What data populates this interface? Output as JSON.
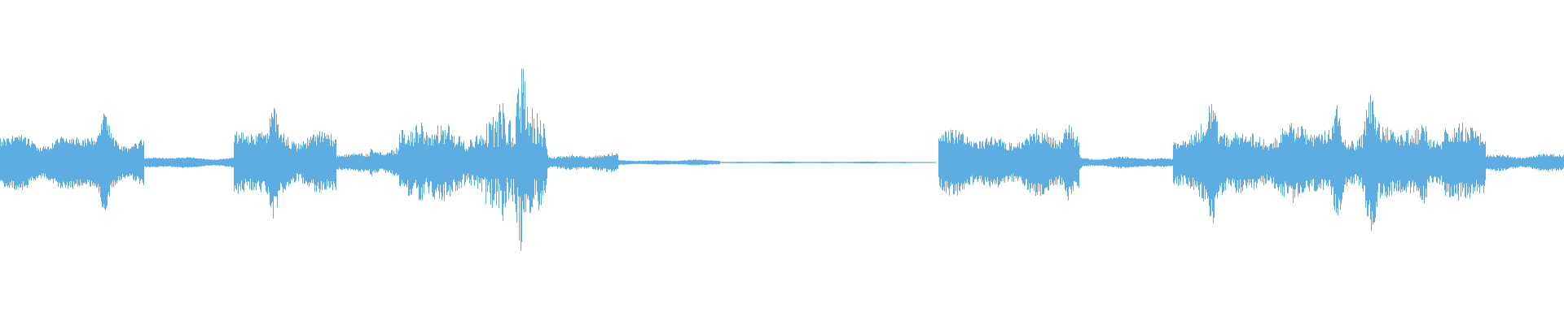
{
  "waveform": {
    "color": "#5DADE2",
    "background": "#FFFFFF",
    "segments": [
      {
        "start": 0.0,
        "end": 0.092,
        "level": 0.16,
        "variation": 0.35
      },
      {
        "start": 0.092,
        "end": 0.149,
        "level": 0.03,
        "variation": 0.25
      },
      {
        "start": 0.149,
        "end": 0.215,
        "level": 0.19,
        "variation": 0.45
      },
      {
        "start": 0.215,
        "end": 0.236,
        "level": 0.05,
        "variation": 0.35
      },
      {
        "start": 0.236,
        "end": 0.255,
        "level": 0.1,
        "variation": 0.45
      },
      {
        "start": 0.255,
        "end": 0.31,
        "level": 0.21,
        "variation": 0.55
      },
      {
        "start": 0.31,
        "end": 0.35,
        "level": 0.3,
        "variation": 0.7
      },
      {
        "start": 0.35,
        "end": 0.395,
        "level": 0.05,
        "variation": 0.4
      },
      {
        "start": 0.395,
        "end": 0.46,
        "level": 0.015,
        "variation": 0.3
      },
      {
        "start": 0.46,
        "end": 0.58,
        "level": 0.005,
        "variation": 0.2
      },
      {
        "start": 0.58,
        "end": 0.598,
        "level": 0.003,
        "variation": 0.2
      },
      {
        "start": 0.6,
        "end": 0.69,
        "level": 0.17,
        "variation": 0.45
      },
      {
        "start": 0.69,
        "end": 0.75,
        "level": 0.03,
        "variation": 0.3
      },
      {
        "start": 0.75,
        "end": 0.95,
        "level": 0.21,
        "variation": 0.5
      },
      {
        "start": 0.95,
        "end": 1.0,
        "level": 0.05,
        "variation": 0.35
      }
    ],
    "peaks": [
      {
        "at": 0.067,
        "level": 0.28
      },
      {
        "at": 0.175,
        "level": 0.3
      },
      {
        "at": 0.268,
        "level": 0.3
      },
      {
        "at": 0.321,
        "level": 0.45
      },
      {
        "at": 0.333,
        "level": 0.52
      },
      {
        "at": 0.343,
        "level": 0.32
      },
      {
        "at": 0.683,
        "level": 0.28
      },
      {
        "at": 0.775,
        "level": 0.34
      },
      {
        "at": 0.855,
        "level": 0.38
      },
      {
        "at": 0.876,
        "level": 0.42
      },
      {
        "at": 0.91,
        "level": 0.3
      },
      {
        "at": 0.925,
        "level": 0.28
      }
    ]
  }
}
